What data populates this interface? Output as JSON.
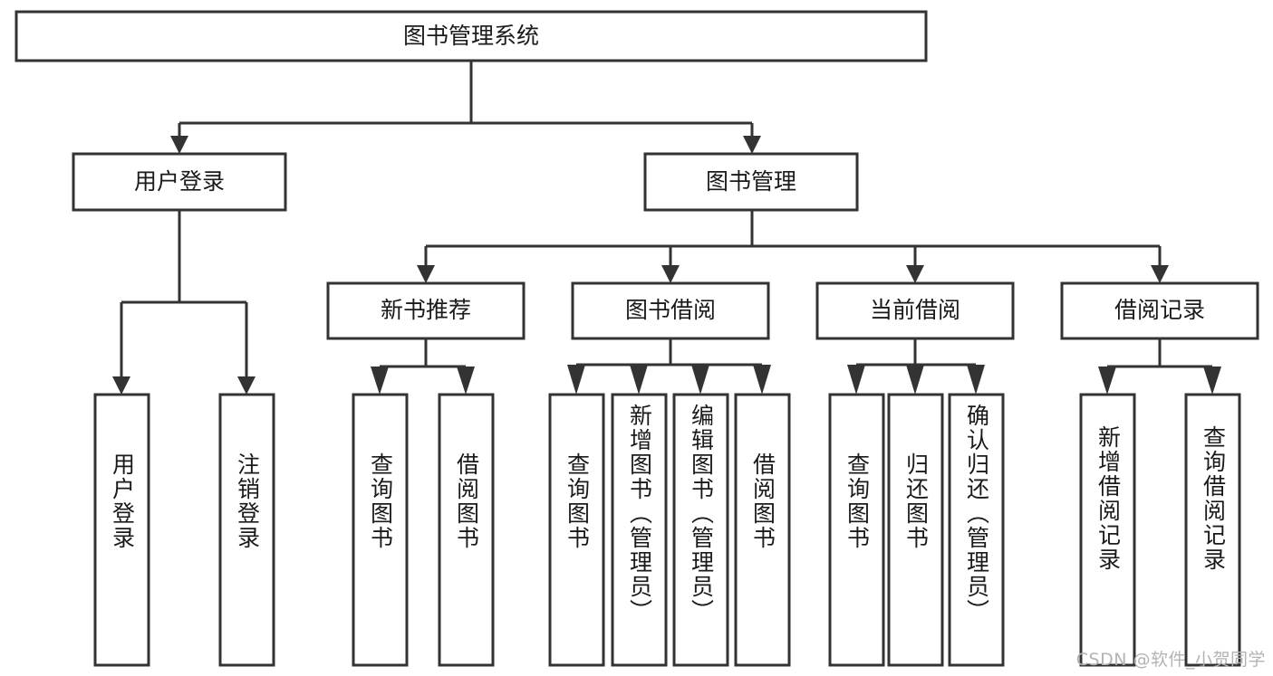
{
  "diagram": {
    "title": "图书管理系统",
    "type": "tree",
    "root": {
      "id": "root",
      "label": "图书管理系统",
      "orientation": "horizontal"
    },
    "level2": [
      {
        "id": "user-login",
        "label": "用户登录",
        "orientation": "horizontal"
      },
      {
        "id": "book-manage",
        "label": "图书管理",
        "orientation": "horizontal"
      }
    ],
    "level3": [
      {
        "id": "new-book-recommend",
        "label": "新书推荐",
        "orientation": "horizontal",
        "parent": "book-manage"
      },
      {
        "id": "book-borrow",
        "label": "图书借阅",
        "orientation": "horizontal",
        "parent": "book-manage"
      },
      {
        "id": "current-borrow",
        "label": "当前借阅",
        "orientation": "horizontal",
        "parent": "book-manage"
      },
      {
        "id": "borrow-record",
        "label": "借阅记录",
        "orientation": "horizontal",
        "parent": "book-manage"
      }
    ],
    "leaves": [
      {
        "id": "leaf-user-login",
        "label": "用户登录",
        "parent": "user-login",
        "orientation": "vertical"
      },
      {
        "id": "leaf-logout-login",
        "label": "注销登录",
        "parent": "user-login",
        "orientation": "vertical"
      },
      {
        "id": "leaf-query-book-1",
        "label": "查询图书",
        "parent": "new-book-recommend",
        "orientation": "vertical"
      },
      {
        "id": "leaf-borrow-book-1",
        "label": "借阅图书",
        "parent": "new-book-recommend",
        "orientation": "vertical"
      },
      {
        "id": "leaf-query-book-2",
        "label": "查询图书",
        "parent": "book-borrow",
        "orientation": "vertical"
      },
      {
        "id": "leaf-add-book",
        "label": "新增图书（管理员）",
        "parent": "book-borrow",
        "orientation": "vertical"
      },
      {
        "id": "leaf-edit-book",
        "label": "编辑图书（管理员）",
        "parent": "book-borrow",
        "orientation": "vertical"
      },
      {
        "id": "leaf-borrow-book-2",
        "label": "借阅图书",
        "parent": "book-borrow",
        "orientation": "vertical"
      },
      {
        "id": "leaf-query-book-3",
        "label": "查询图书",
        "parent": "current-borrow",
        "orientation": "vertical"
      },
      {
        "id": "leaf-return-book",
        "label": "归还图书",
        "parent": "current-borrow",
        "orientation": "vertical"
      },
      {
        "id": "leaf-confirm-return",
        "label": "确认归还（管理员）",
        "parent": "current-borrow",
        "orientation": "vertical"
      },
      {
        "id": "leaf-add-record",
        "label": "新增借阅记录",
        "parent": "borrow-record",
        "orientation": "vertical"
      },
      {
        "id": "leaf-query-record",
        "label": "查询借阅记录",
        "parent": "borrow-record",
        "orientation": "vertical"
      }
    ],
    "colors": {
      "stroke": "#333333",
      "fill": "#ffffff",
      "text": "#1a1a1a",
      "watermark": "#b3b3b3"
    }
  },
  "watermark": {
    "text": "CSDN @软件_小贺同学"
  }
}
